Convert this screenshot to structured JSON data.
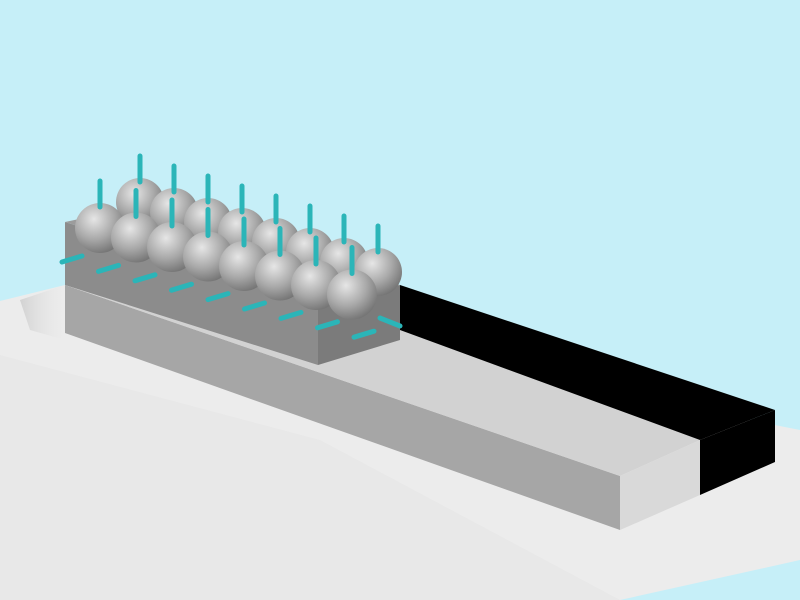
{
  "scene": {
    "sphere_rows": 2,
    "spheres_per_row": 8,
    "side_rods": 9,
    "colors": {
      "background": "#c6eff8",
      "ground": "#ececec",
      "slab_top": "#d0d0d0",
      "slab_left": "#a6a6a6",
      "slab_right": "#d9d9d9",
      "channel": "#000000",
      "block_top": "#9c9c9c",
      "block_front": "#8c8c8c",
      "block_side": "#777777",
      "sphere": "#b4b4b4",
      "rod": "#2bb5b8"
    }
  }
}
